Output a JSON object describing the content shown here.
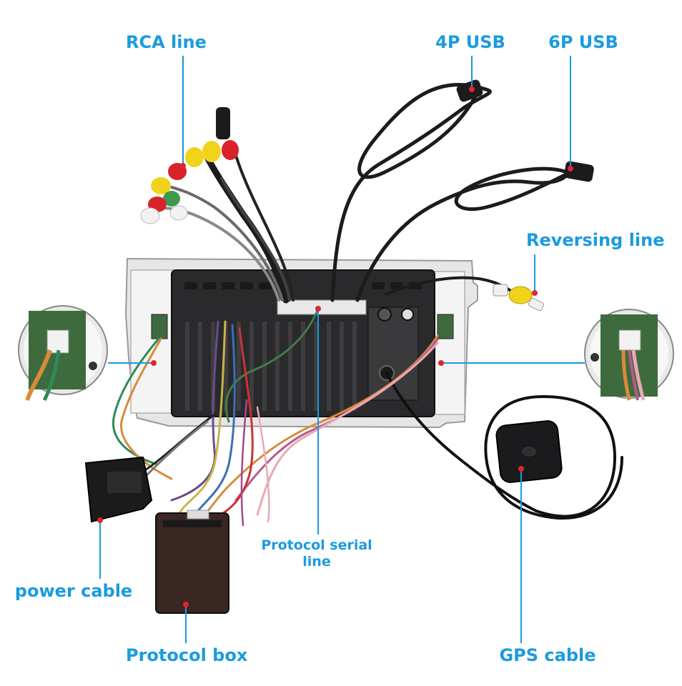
{
  "labels": {
    "rca": "RCA line",
    "usb4p": "4P USB",
    "usb6p": "6P USB",
    "reversing": "Reversing line",
    "protocol_serial": "Protocol serial",
    "protocol_serial_2": "line",
    "power": "power cable",
    "protocol_box": "Protocol box",
    "gps": "GPS cable"
  },
  "colors": {
    "callout": "#1a9be0",
    "marker": "#e0262e",
    "unit_back": "#2a2a2c",
    "frame": "#d8d8d8",
    "cable": "#1c1c1c",
    "rca_yellow": "#f2d31c",
    "rca_red": "#d8232a",
    "rca_white": "#f2f2f2"
  }
}
